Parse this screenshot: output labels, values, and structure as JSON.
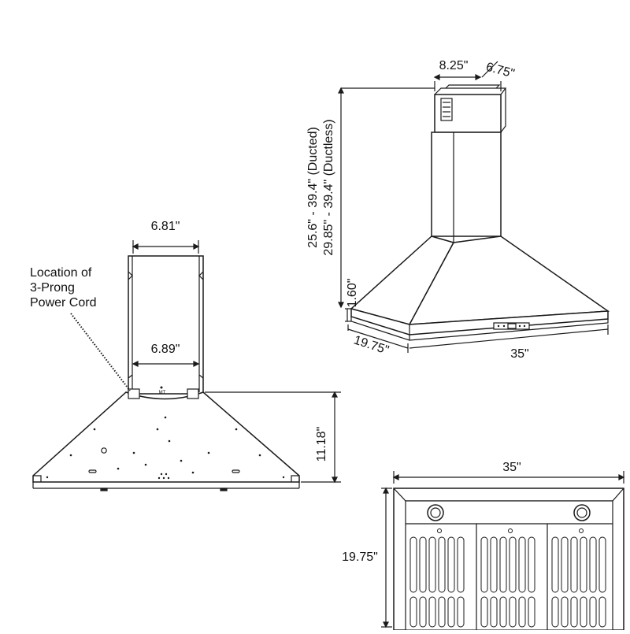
{
  "side_view": {
    "top_width": "6.81\"",
    "inner_width": "6.89\"",
    "hood_height": "11.18\"",
    "cord_note": {
      "line1": "Location of",
      "line2": "3-Prong",
      "line3": "Power Cord"
    },
    "marking": "MT"
  },
  "perspective_view": {
    "chimney_width": "8.25\"",
    "chimney_depth": "6.75\"",
    "height_ducted": "25.6\" - 39.4\" (Ducted)",
    "height_ductless": "29.85\" - 39.4\" (Ductless)",
    "base_height": "1.60\"",
    "depth": "19.75\"",
    "width": "35\""
  },
  "bottom_view": {
    "width": "35\"",
    "depth": "19.75\""
  },
  "colors": {
    "line": "#1a1a1a",
    "panel": "#f4f4f4"
  }
}
